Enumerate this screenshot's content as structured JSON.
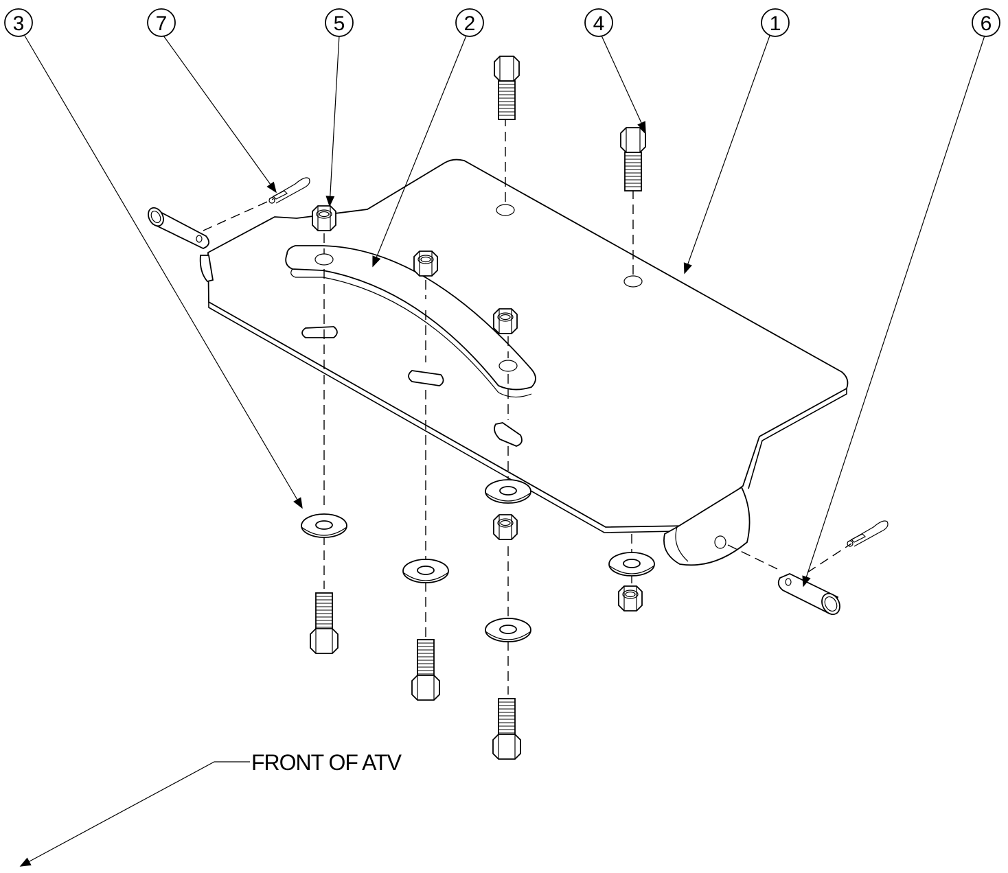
{
  "callouts": [
    {
      "id": "1",
      "label": "1"
    },
    {
      "id": "2",
      "label": "2"
    },
    {
      "id": "3",
      "label": "3"
    },
    {
      "id": "4",
      "label": "4"
    },
    {
      "id": "5",
      "label": "5"
    },
    {
      "id": "6",
      "label": "6"
    },
    {
      "id": "7",
      "label": "7"
    }
  ],
  "note": {
    "direction_label": "FRONT OF ATV"
  },
  "colors": {
    "line": "#000000",
    "background": "#ffffff"
  }
}
